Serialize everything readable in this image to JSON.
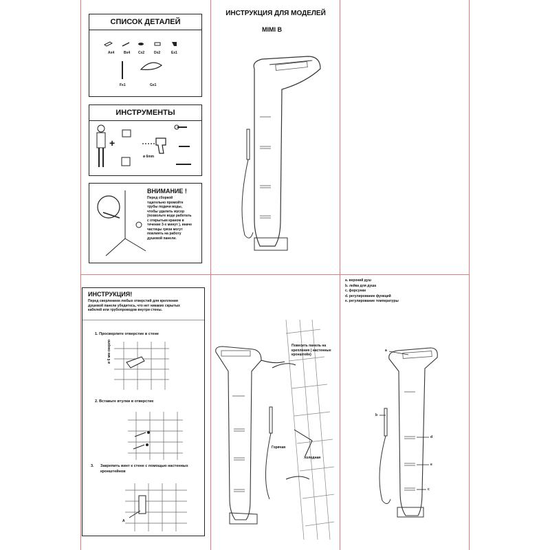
{
  "top_left": {
    "parts_title": "СПИСОК ДЕТАЛЕЙ",
    "parts": [
      "Ax4",
      "Bx4",
      "Cx2",
      "Dx2",
      "Ex1",
      "Fx1",
      "Gx1"
    ],
    "tools_title": "ИНСТРУМЕНТЫ",
    "drill_label": "ø 6mm",
    "warning_title": "ВНИМАНИЕ !",
    "warning_lines": [
      "Перед сборкой",
      "тщательно промойте",
      "трубы подачи воды,",
      "чтобы удалить мусор",
      "(позвольте воде работать",
      "с открытым краном в",
      "течение 3-х минут ), иначе",
      "частицы грязи могут",
      "повлиять на работу",
      "душевой панели."
    ]
  },
  "top_center": {
    "title_line1": "ИНСТРУКЦИЯ  ДЛЯ МОДЕЛЕЙ",
    "title_line2": "MIMI B"
  },
  "bottom_left": {
    "instr_title": "ИНСТРУКЦИЯ!",
    "instr_lines": [
      "Перед сверлением любых  отверстий для крепления",
      "душевой панели убедитесь,  что нет никаких скрытых",
      "кабелей или трубопроводов внутри стены."
    ],
    "step1": "1.  Просверлите отверстие в стене",
    "drill_note": "ø 6 мм сверло",
    "step2": "2.  Вставьте втулки в отверстие",
    "step3_line1": "Закрепить винт к стене с помощью настенных",
    "step3_line2": "кронштейнов",
    "step3_num": "3.",
    "letter_a": "A"
  },
  "bottom_center": {
    "callout_lines": [
      "Повесить панель на",
      "крепления ( настенные",
      "кронштейн)"
    ],
    "hot_label": "Горячая",
    "cold_label": "Холодная"
  },
  "bottom_right": {
    "legend": [
      "a. верхний душ",
      "b. лейка для душа",
      "c. форсунки",
      "d. регулирование функций",
      "e. регулирование  температуры"
    ],
    "labels": {
      "a": "a",
      "b": "b",
      "c": "c",
      "d": "d",
      "e": "e"
    }
  }
}
